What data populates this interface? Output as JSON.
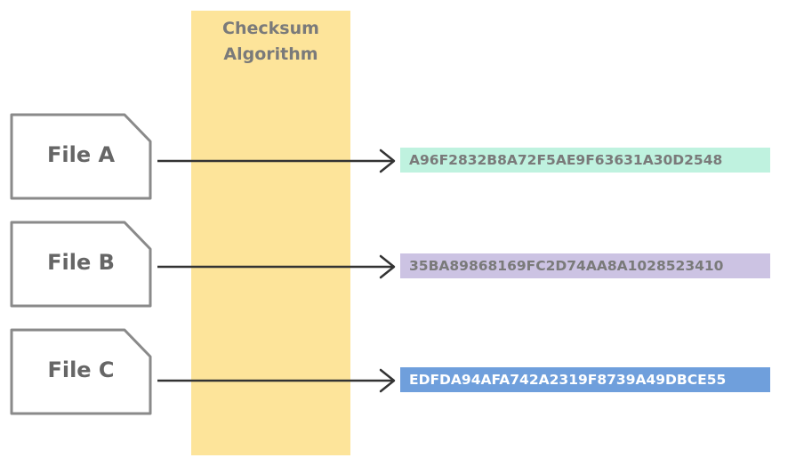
{
  "algorithm": {
    "line1": "Checksum",
    "line2": "Algorithm"
  },
  "files": [
    {
      "label": "File A",
      "hash": "A96F2832B8A72F5AE9F63631A30D2548",
      "hash_color": "#bff2df",
      "hash_text_color": "#7a7a7a"
    },
    {
      "label": "File B",
      "hash": "35BA89868169FC2D74AA8A1028523410",
      "hash_color": "#ccc3e3",
      "hash_text_color": "#7a7a7a"
    },
    {
      "label": "File C",
      "hash": "EDFDA94AFA742A2319F8739A49DBCE55",
      "hash_color": "#6f9fdc",
      "hash_text_color": "#ffffff"
    }
  ],
  "colors": {
    "algorithm_band": "#fde49a",
    "file_border": "#8a8a8a",
    "arrow": "#333333"
  }
}
